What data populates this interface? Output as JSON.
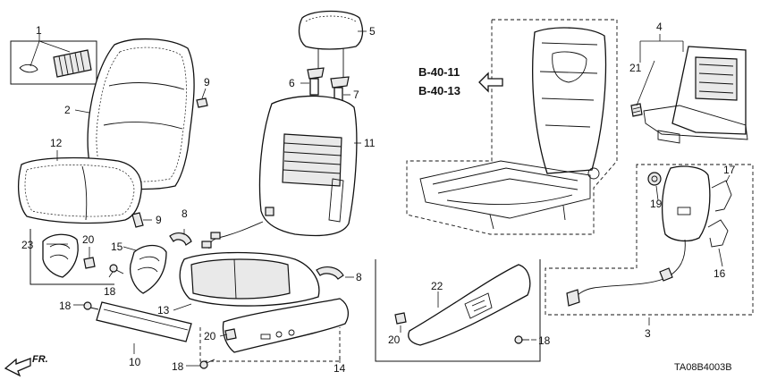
{
  "diagram": {
    "drawing_code": "TA08B4003B",
    "direction_label": "FR.",
    "refs": [
      "B-40-11",
      "B-40-13"
    ],
    "callouts": [
      {
        "id": "c1",
        "label": "1"
      },
      {
        "id": "c2",
        "label": "2"
      },
      {
        "id": "c3",
        "label": "3"
      },
      {
        "id": "c4",
        "label": "4"
      },
      {
        "id": "c5",
        "label": "5"
      },
      {
        "id": "c6",
        "label": "6"
      },
      {
        "id": "c7",
        "label": "7"
      },
      {
        "id": "c8a",
        "label": "8"
      },
      {
        "id": "c8b",
        "label": "8"
      },
      {
        "id": "c9a",
        "label": "9"
      },
      {
        "id": "c9b",
        "label": "9"
      },
      {
        "id": "c10",
        "label": "10"
      },
      {
        "id": "c11",
        "label": "11"
      },
      {
        "id": "c12",
        "label": "12"
      },
      {
        "id": "c13",
        "label": "13"
      },
      {
        "id": "c14",
        "label": "14"
      },
      {
        "id": "c15",
        "label": "15"
      },
      {
        "id": "c16",
        "label": "16"
      },
      {
        "id": "c17",
        "label": "17"
      },
      {
        "id": "c18a",
        "label": "18"
      },
      {
        "id": "c18b",
        "label": "18"
      },
      {
        "id": "c18c",
        "label": "18"
      },
      {
        "id": "c18d",
        "label": "18"
      },
      {
        "id": "c19",
        "label": "19"
      },
      {
        "id": "c20a",
        "label": "20"
      },
      {
        "id": "c20b",
        "label": "20"
      },
      {
        "id": "c20c",
        "label": "20"
      },
      {
        "id": "c21",
        "label": "21"
      },
      {
        "id": "c22",
        "label": "22"
      },
      {
        "id": "c23",
        "label": "23"
      }
    ]
  }
}
